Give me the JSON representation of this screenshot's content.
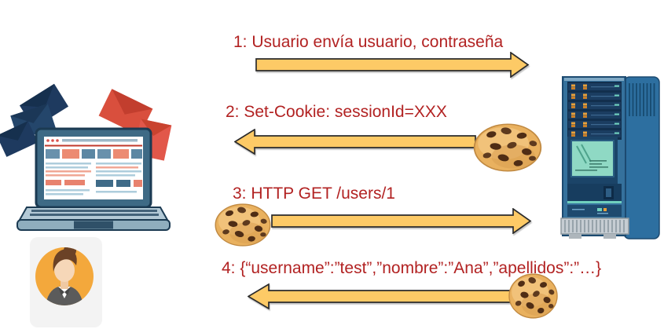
{
  "diagram": {
    "topic": "cookie-session-flow",
    "colors": {
      "label_text": "#B22222",
      "arrow_fill": "#FDCA66",
      "arrow_outline": "#2B2B2B",
      "background": "#FFFFFF"
    },
    "actors": {
      "client": {
        "icon": "laptop-with-emails-icon"
      },
      "user": {
        "icon": "woman-avatar"
      },
      "server": {
        "icon": "server-tower-icon"
      }
    },
    "messages": [
      {
        "label": "1: Usuario envía usuario, contraseña",
        "direction": "client-to-server",
        "cookie_attached": false
      },
      {
        "label": "2: Set-Cookie: sessionId=XXX",
        "direction": "server-to-client",
        "cookie_attached": true
      },
      {
        "label": "3: HTTP GET /users/1",
        "direction": "client-to-server",
        "cookie_attached": true
      },
      {
        "label": "4: {“username”:”test”,”nombre”:”Ana”,”apellidos”:”…}",
        "direction": "server-to-client",
        "cookie_attached": true
      }
    ]
  }
}
